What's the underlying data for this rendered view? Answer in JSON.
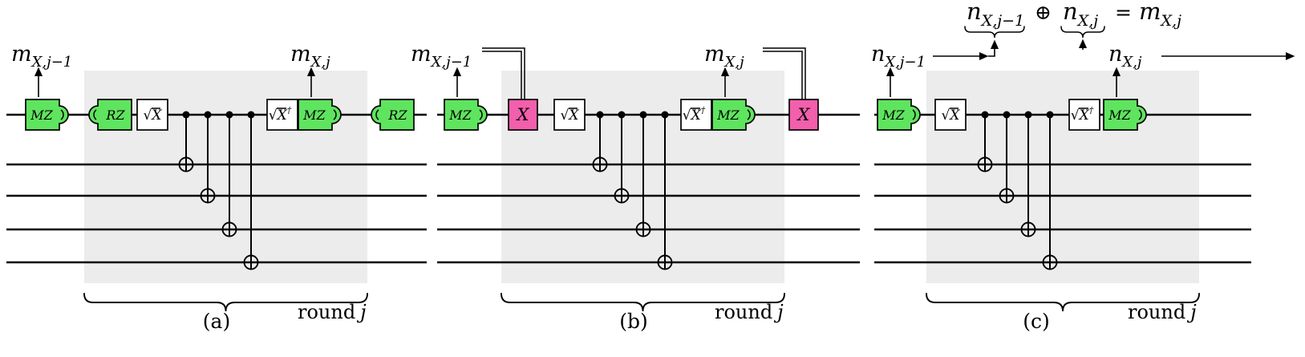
{
  "figure": {
    "type": "quantum-circuit-diagram",
    "colors": {
      "measure_green": "#5fe45f",
      "classical_pink": "#f25fac",
      "round_shade": "#ececec",
      "wire": "#000000"
    },
    "gates": {
      "mz": "MZ",
      "rz": "RZ",
      "sqrtx": "√X",
      "dagger": "†",
      "x": "X"
    },
    "labels": {
      "m_prev": {
        "base": "m",
        "sub": "X,j−1"
      },
      "m_cur": {
        "base": "m",
        "sub": "X,j"
      },
      "n_prev": {
        "base": "n",
        "sub": "X,j−1"
      },
      "n_cur": {
        "base": "n",
        "sub": "X,j"
      }
    },
    "formula": {
      "term1": {
        "base": "n",
        "sub": "X,j−1"
      },
      "oplus": "⊕",
      "term2": {
        "base": "n",
        "sub": "X,j"
      },
      "equals": "=",
      "result": {
        "base": "m",
        "sub": "X,j"
      }
    },
    "round_label": {
      "word": "round",
      "index": "j"
    },
    "captions": {
      "a": "(a)",
      "b": "(b)",
      "c": "(c)"
    }
  }
}
